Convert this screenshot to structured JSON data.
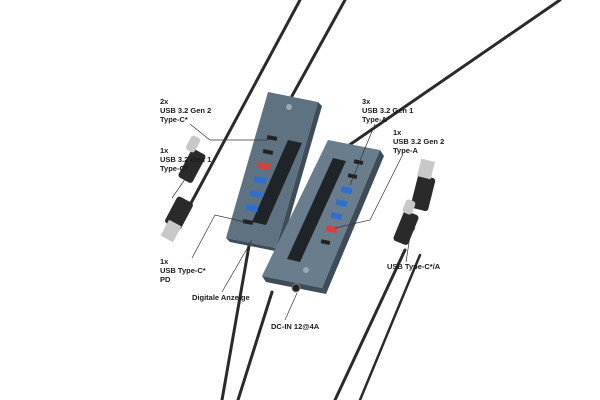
{
  "labels": {
    "usb32gen2_typec": {
      "count": "2x",
      "line1": "USB 3.2 Gen 2",
      "line2": "Type-C*"
    },
    "usb32gen1_typec": {
      "count": "1x",
      "line1": "USB 3.2 Gen 1",
      "line2": "Type-C*"
    },
    "usb_typec_pd": {
      "count": "1x",
      "line1": "USB Type-C*",
      "line2": "PD"
    },
    "display": "Digitale Anzeige",
    "usb32gen1_typea": {
      "count": "3x",
      "line1": "USB 3.2 Gen 1",
      "line2": "Type-A"
    },
    "usb32gen2_typea": {
      "count": "1x",
      "line1": "USB 3.2 Gen 2",
      "line2": "Type-A"
    },
    "cable_connector": "USB Type-C*/A",
    "dc_in": "DC-IN 12@4A"
  },
  "colors": {
    "hub": "#5f7281",
    "hub_dark": "#3e4c57",
    "usb_blue": "#2f6fd0",
    "usb_red": "#d8403c",
    "cable": "#2a2a2a"
  }
}
